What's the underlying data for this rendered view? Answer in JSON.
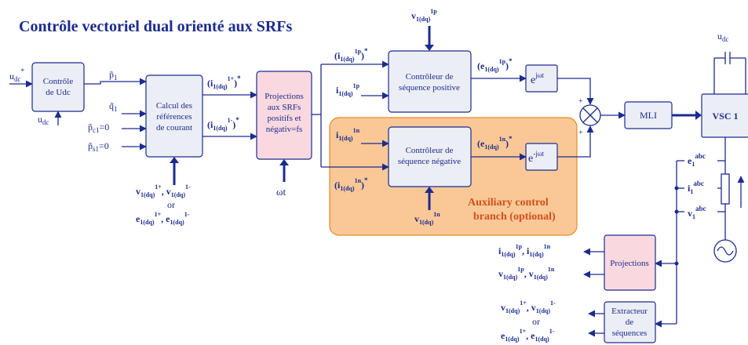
{
  "title": "Contrôle vectoriel dual orienté aux SRFs",
  "blocks": {
    "udc_control": [
      "Contrôle",
      "de Udc"
    ],
    "current_ref": [
      "Calcul des",
      "références",
      "de courant"
    ],
    "projections_srf": [
      "Projections",
      "aux SRFs",
      "positifs et",
      "négativ=fs"
    ],
    "pos_ctrl": [
      "Contrôleur de",
      "séquence positive"
    ],
    "neg_ctrl": [
      "Contrôleur de",
      "séquence négative"
    ],
    "mli": "MLI",
    "vsc": "VSC 1",
    "projections": "Projections",
    "extracteur": [
      "Extracteur",
      "de",
      "séquences"
    ]
  },
  "aux_branch": [
    "Auxiliary control",
    "branch (optional)"
  ],
  "signals": {
    "udc": "u",
    "udc_sub": "dc",
    "star": "*",
    "p1": "p̃",
    "sub1": "1",
    "q1": "q̃",
    "pc1": "p̃",
    "pc1_sub": "c1",
    "ps1": "p̃",
    "ps1_sub": "s1",
    "eq0": "=0",
    "or": "or",
    "wt": "ωt",
    "e_pos": "e",
    "e_pos_sup": "jωt",
    "e_neg_sup": "-jωt",
    "plus": "+",
    "i": "i",
    "v": "v",
    "e": "e",
    "sub_dq": "1(dq)",
    "sup_1p": "1p",
    "sup_1n": "1n",
    "sup_1plus": "1+",
    "sup_1minus": "1-",
    "sup_abc": "abc",
    "sub_1": "1",
    "comma": ","
  }
}
